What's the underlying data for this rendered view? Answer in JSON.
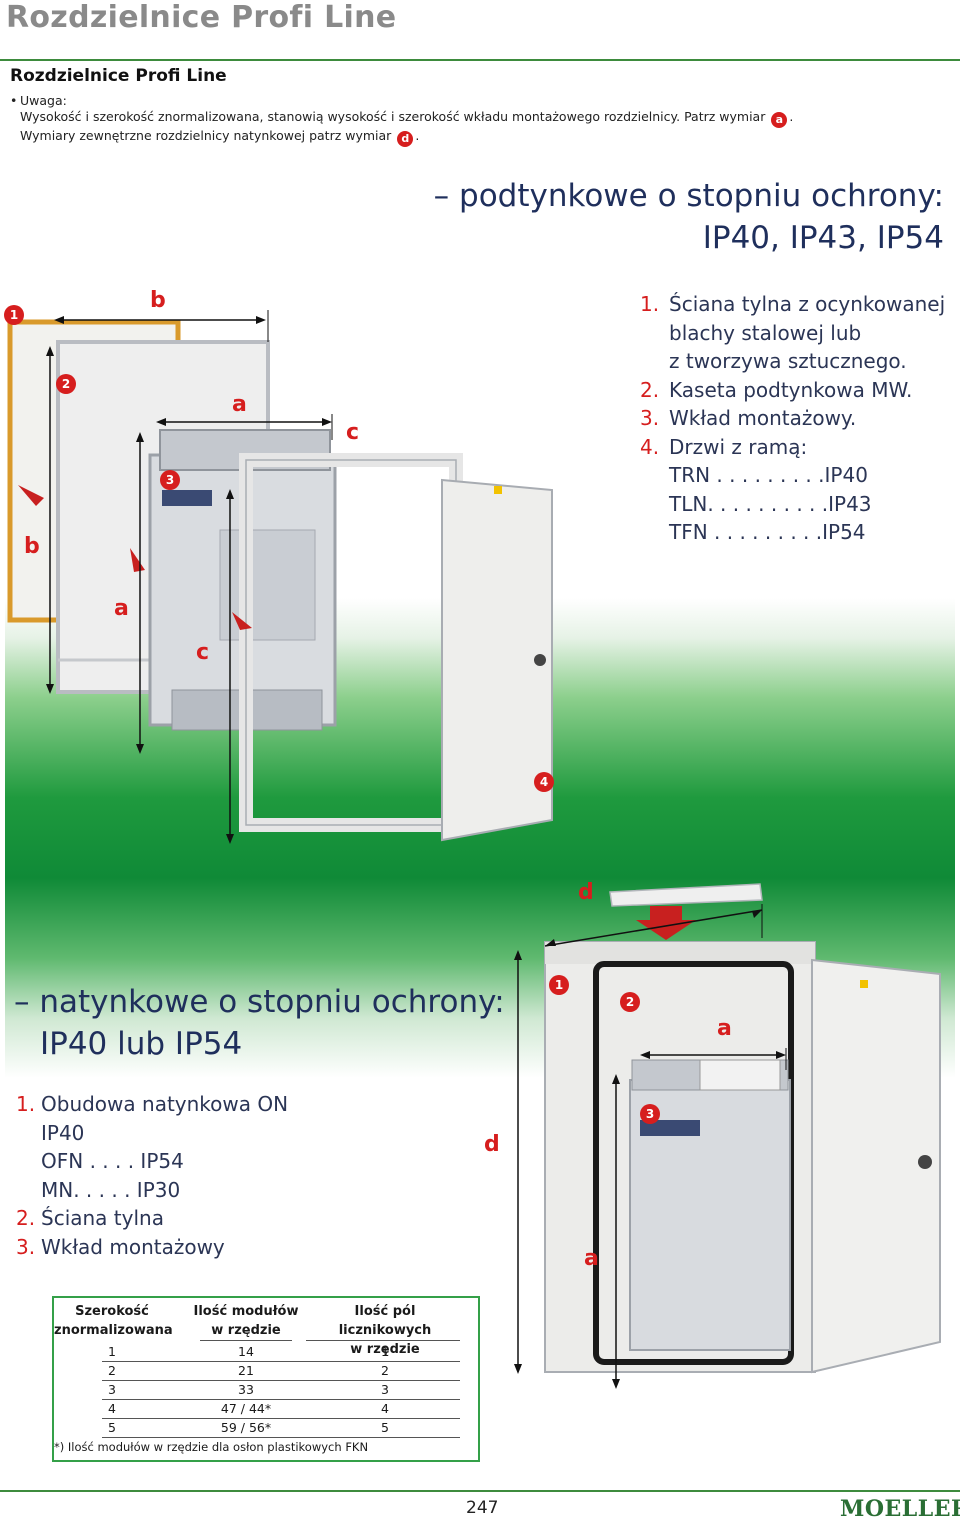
{
  "header": {
    "page_title": "Rozdzielnice Profi Line",
    "section_title": "Rozdzielnice Profi Line",
    "note_label": "Uwaga:",
    "note_line1_pre": "Wysokość i szerokość znormalizowana, stanowią wysokość i szerokość wkładu montażowego rozdzielnicy. Patrz wymiar",
    "note_line1_ref": "a",
    "note_line1_post": ".",
    "note_line2_pre": "Wymiary zewnętrzne rozdzielnicy natynkowej patrz wymiar",
    "note_line2_ref": "d",
    "note_line2_post": "."
  },
  "flush": {
    "heading_line1": "– podtynkowe o stopniu ochrony:",
    "heading_line2": "IP40, IP43, IP54",
    "items": [
      {
        "num": "1.",
        "text": "Ściana tylna z ocynkowanej"
      },
      {
        "num": "",
        "text": "blachy stalowej lub"
      },
      {
        "num": "",
        "text": "z tworzywa sztucznego."
      },
      {
        "num": "2.",
        "text": "Kaseta podtynkowa MW."
      },
      {
        "num": "3.",
        "text": "Wkład montażowy."
      },
      {
        "num": "4.",
        "text": "Drzwi z ramą:"
      },
      {
        "num": "",
        "text": "TRN . . . . . . . . .IP40"
      },
      {
        "num": "",
        "text": "TLN. . . . . . . . . .IP43"
      },
      {
        "num": "",
        "text": "TFN . . . . . . . . .IP54"
      }
    ],
    "labels": {
      "b_top": "b",
      "b_left": "b",
      "a_mid": "a",
      "c_mid": "c",
      "a_low": "a",
      "c_low": "c",
      "n1": "1",
      "n2": "2",
      "n3": "3",
      "n4": "4"
    }
  },
  "surface": {
    "heading_line1": "– natynkowe o stopniu ochrony:",
    "heading_line2": "IP40 lub IP54",
    "items": [
      {
        "num": "1.",
        "text": "Obudowa natynkowa  ON"
      },
      {
        "num": "",
        "text": "IP40"
      },
      {
        "num": "",
        "text": "OFN . . . . IP54"
      },
      {
        "num": "",
        "text": "MN. . . . . IP30"
      },
      {
        "num": "2.",
        "text": "Ściana tylna"
      },
      {
        "num": "3.",
        "text": "Wkład montażowy"
      }
    ],
    "labels": {
      "d_top": "d",
      "d_left": "d",
      "a_top": "a",
      "a_low": "a",
      "n1": "1",
      "n2": "2",
      "n3": "3"
    }
  },
  "table": {
    "headers": [
      [
        "Szerokość",
        "znormalizowana"
      ],
      [
        "Ilość modułów",
        "w rzędzie"
      ],
      [
        "Ilość pól licznikowych",
        "w rzędzie"
      ]
    ],
    "rows": [
      [
        "1",
        "14",
        "1"
      ],
      [
        "2",
        "21",
        "2"
      ],
      [
        "3",
        "33",
        "3"
      ],
      [
        "4",
        "47 / 44*",
        "4"
      ],
      [
        "5",
        "59 / 56*",
        "5"
      ]
    ],
    "footnote": "*) Ilość modułów w rzędzie dla osłon plastikowych FKN"
  },
  "footer": {
    "page_number": "247",
    "logo": "MOELLER"
  },
  "colors": {
    "accent_red": "#d61e1e",
    "brand_green": "#34a048",
    "heading_navy": "#1f2f5c"
  }
}
